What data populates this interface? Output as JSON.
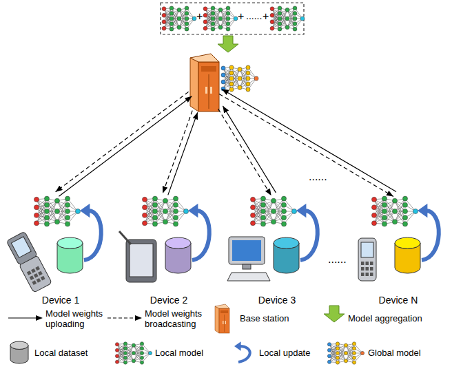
{
  "diagram": {
    "nodes": [
      {
        "text": []
      },
      {
        "text": [
          "Device 1"
        ]
      },
      {
        "text": [
          "Device 2"
        ]
      },
      {
        "text": [
          "Device 3"
        ]
      },
      {
        "text": [
          "Device N"
        ]
      }
    ],
    "edges": [
      {
        "from": 1,
        "to": 0,
        "arrow": "to"
      },
      {
        "from": 0,
        "to": 1,
        "arrow": "to"
      },
      {
        "from": 2,
        "to": 0,
        "arrow": "to"
      },
      {
        "from": 0,
        "to": 2,
        "arrow": "to"
      },
      {
        "from": 3,
        "to": 0,
        "arrow": "to"
      },
      {
        "from": 0,
        "to": 3,
        "arrow": "to"
      },
      {
        "from": 4,
        "to": 0,
        "arrow": "to"
      },
      {
        "from": 0,
        "to": 4,
        "arrow": "to"
      }
    ],
    "labels": [
      "+",
      "+",
      "......",
      "+",
      "......",
      "......"
    ],
    "legend": [
      {
        "text": "Model weights uploading"
      },
      {
        "text": "Model weights broadcasting"
      },
      {
        "text": "Base station"
      },
      {
        "text": "Model aggregation"
      },
      {
        "text": "Local dataset"
      },
      {
        "text": "Local model"
      },
      {
        "text": "Local update"
      },
      {
        "text": "Global model"
      }
    ]
  }
}
